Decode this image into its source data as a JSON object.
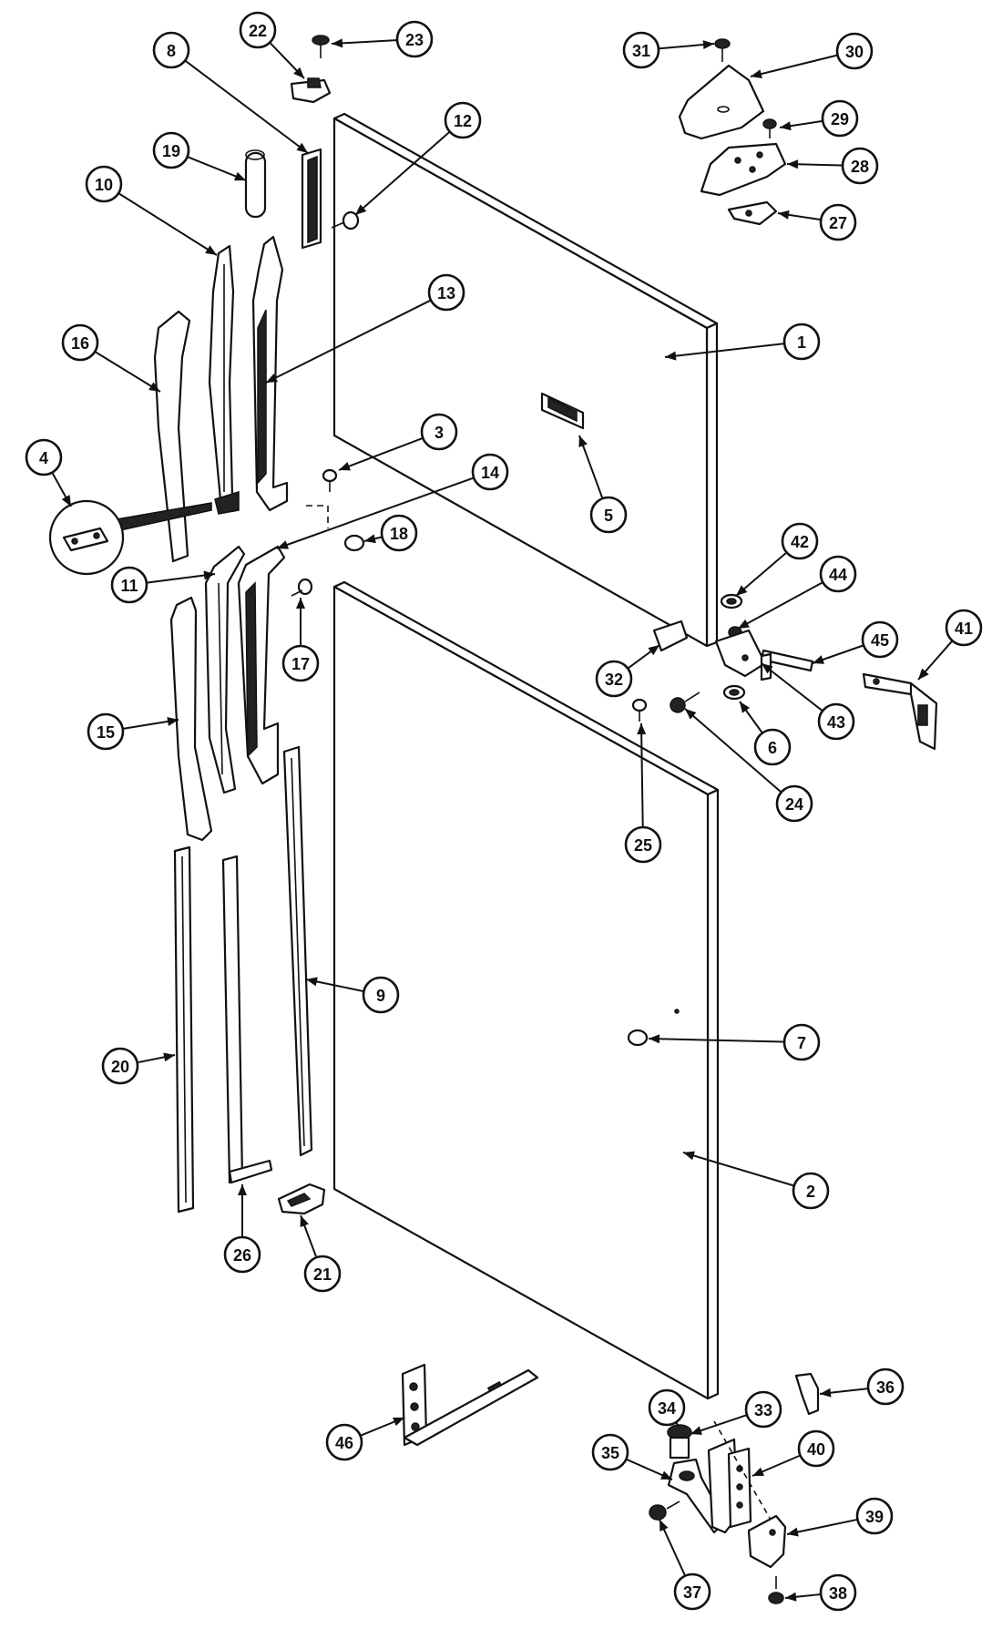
{
  "callouts": [
    {
      "id": "1",
      "label": "1"
    },
    {
      "id": "2",
      "label": "2"
    },
    {
      "id": "3",
      "label": "3"
    },
    {
      "id": "4",
      "label": "4"
    },
    {
      "id": "5",
      "label": "5"
    },
    {
      "id": "6",
      "label": "6"
    },
    {
      "id": "7",
      "label": "7"
    },
    {
      "id": "8",
      "label": "8"
    },
    {
      "id": "9",
      "label": "9"
    },
    {
      "id": "10",
      "label": "10"
    },
    {
      "id": "11",
      "label": "11"
    },
    {
      "id": "12",
      "label": "12"
    },
    {
      "id": "13",
      "label": "13"
    },
    {
      "id": "14",
      "label": "14"
    },
    {
      "id": "15",
      "label": "15"
    },
    {
      "id": "16",
      "label": "16"
    },
    {
      "id": "17",
      "label": "17"
    },
    {
      "id": "18",
      "label": "18"
    },
    {
      "id": "19",
      "label": "19"
    },
    {
      "id": "20",
      "label": "20"
    },
    {
      "id": "21",
      "label": "21"
    },
    {
      "id": "22",
      "label": "22"
    },
    {
      "id": "23",
      "label": "23"
    },
    {
      "id": "24",
      "label": "24"
    },
    {
      "id": "25",
      "label": "25"
    },
    {
      "id": "26",
      "label": "26"
    },
    {
      "id": "27",
      "label": "27"
    },
    {
      "id": "28",
      "label": "28"
    },
    {
      "id": "29",
      "label": "29"
    },
    {
      "id": "30",
      "label": "30"
    },
    {
      "id": "31",
      "label": "31"
    },
    {
      "id": "32",
      "label": "32"
    },
    {
      "id": "33",
      "label": "33"
    },
    {
      "id": "34",
      "label": "34"
    },
    {
      "id": "35",
      "label": "35"
    },
    {
      "id": "36",
      "label": "36"
    },
    {
      "id": "37",
      "label": "37"
    },
    {
      "id": "38",
      "label": "38"
    },
    {
      "id": "39",
      "label": "39"
    },
    {
      "id": "40",
      "label": "40"
    },
    {
      "id": "41",
      "label": "41"
    },
    {
      "id": "42",
      "label": "42"
    },
    {
      "id": "43",
      "label": "43"
    },
    {
      "id": "44",
      "label": "44"
    },
    {
      "id": "45",
      "label": "45"
    },
    {
      "id": "46",
      "label": "46"
    }
  ]
}
